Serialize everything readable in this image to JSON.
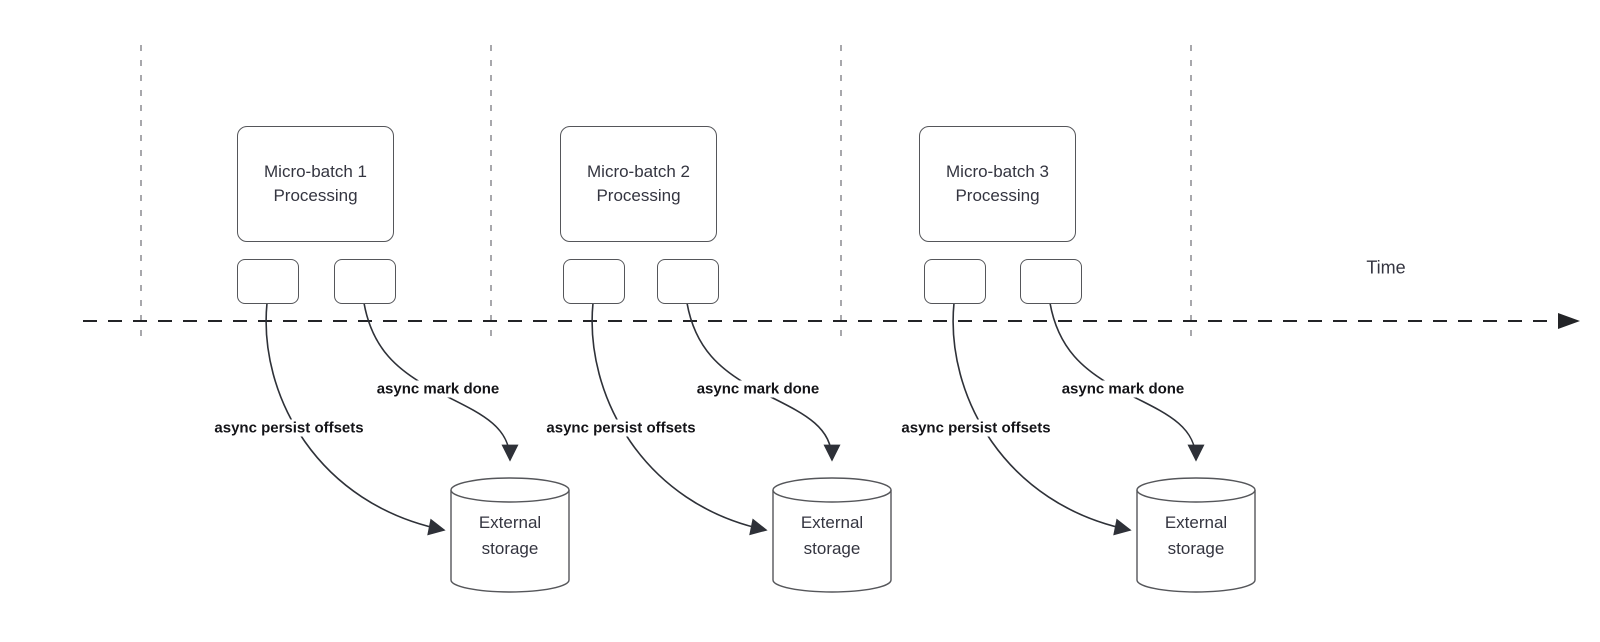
{
  "diagram": {
    "time_label": "Time",
    "colors": {
      "arrow_line": "#2e3138",
      "guide_line": "#a8a8ac",
      "timeline": "#232427",
      "shape_border": "#55565a",
      "shape_text": "#343540",
      "label_text": "#141418",
      "background": "#ffffff"
    },
    "groups": [
      {
        "title": "Micro-batch 1",
        "subtitle": "Processing",
        "persist_label": "async persist offsets",
        "done_label": "async mark done",
        "storage_line1": "External",
        "storage_line2": "storage"
      },
      {
        "title": "Micro-batch 2",
        "subtitle": "Processing",
        "persist_label": "async persist offsets",
        "done_label": "async mark done",
        "storage_line1": "External",
        "storage_line2": "storage"
      },
      {
        "title": "Micro-batch 3",
        "subtitle": "Processing",
        "persist_label": "async persist offsets",
        "done_label": "async mark done",
        "storage_line1": "External",
        "storage_line2": "storage"
      }
    ]
  }
}
